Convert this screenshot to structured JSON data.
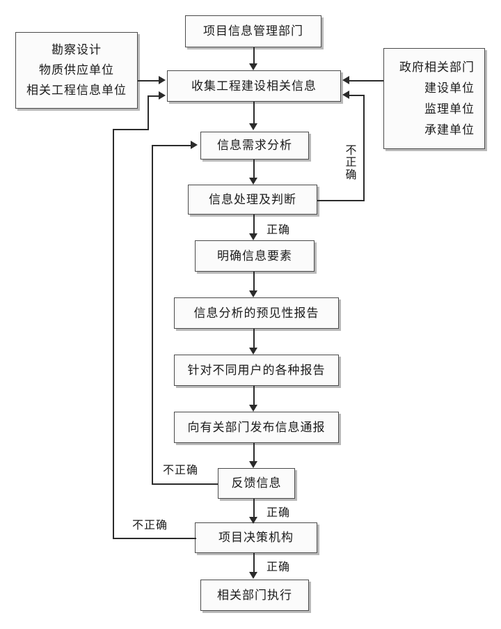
{
  "diagram": {
    "type": "flowchart",
    "title": "",
    "language": "zh-CN",
    "colors": {
      "box_fill": "#fbfbfb",
      "box_border": "#4a4a4a",
      "box_shadow": "#b9b9b9",
      "connector": "#2b2b2b",
      "text": "#1a1a1a",
      "background": "#ffffff"
    },
    "nodes": {
      "project_info_dept": {
        "label": "项目信息管理部门"
      },
      "survey_sources": {
        "lines": [
          "勘察设计",
          "物质供应单位",
          "相关工程信息单位"
        ]
      },
      "government_sources": {
        "lines": [
          "政府相关部门",
          "建设单位",
          "监理单位",
          "承建单位"
        ]
      },
      "collect_info": {
        "label": "收集工程建设相关信息"
      },
      "demand_analysis": {
        "label": "信息需求分析"
      },
      "process_judge": {
        "label": "信息处理及判断"
      },
      "clarify_elements": {
        "label": "明确信息要素"
      },
      "predictive_report": {
        "label": "信息分析的预见性报告"
      },
      "user_reports": {
        "label": "针对不同用户的各种报告"
      },
      "publish_bulletin": {
        "label": "向有关部门发布信息通报"
      },
      "feedback_info": {
        "label": "反馈信息"
      },
      "decision_body": {
        "label": "项目决策机构"
      },
      "dept_execute": {
        "label": "相关部门执行"
      }
    },
    "edge_labels": {
      "incorrect_right": "不正确",
      "correct_after_judge": "正确",
      "incorrect_feedback": "不正确",
      "correct_after_feedback": "正确",
      "incorrect_decision": "不正确",
      "correct_after_decision": "正确"
    }
  }
}
